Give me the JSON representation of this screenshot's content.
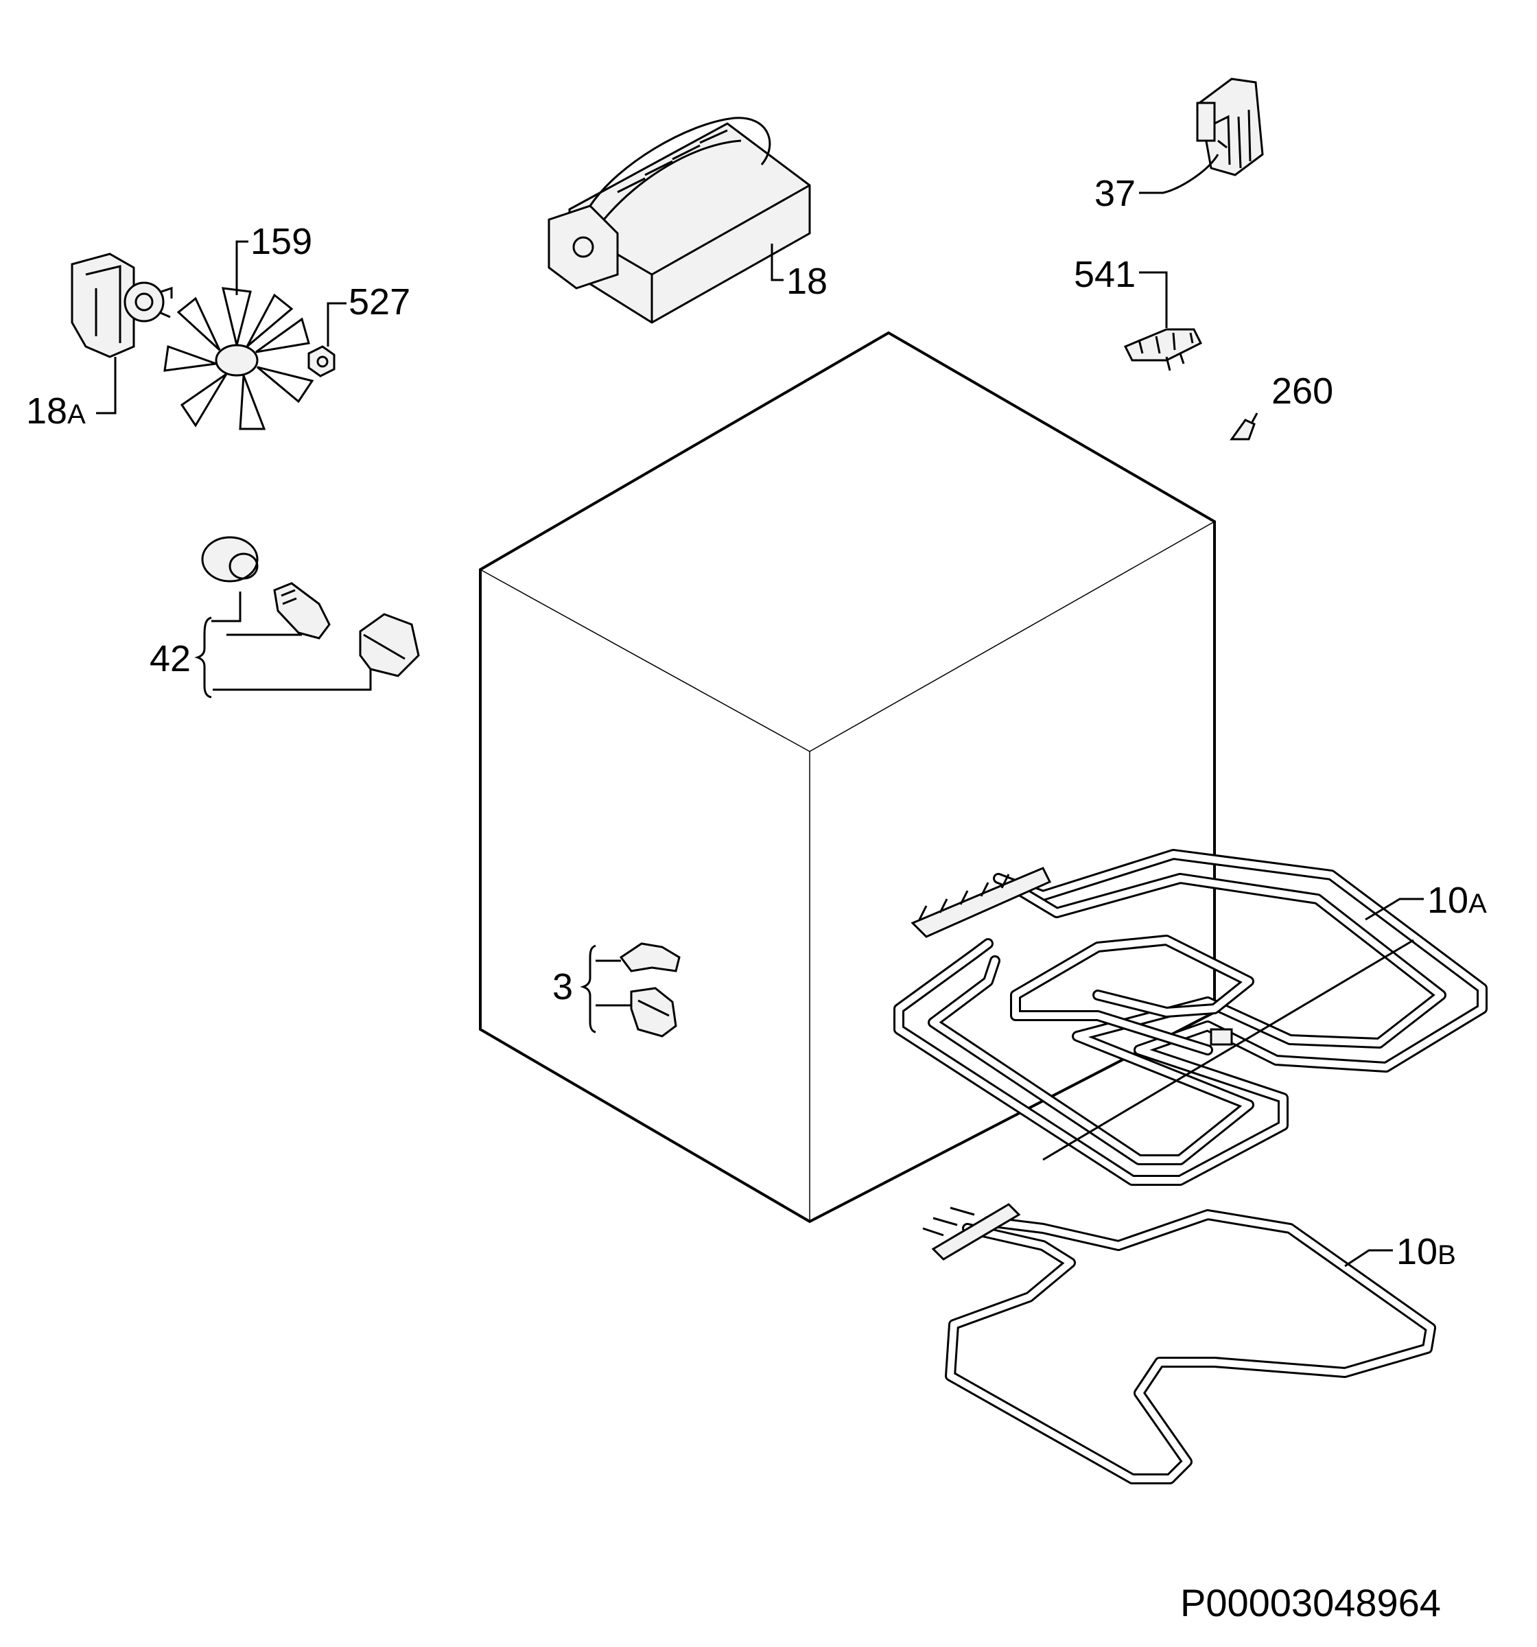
{
  "document_code": "P00003048964",
  "callouts": {
    "motor": {
      "label": "18",
      "suffix": "A"
    },
    "fan_blade": {
      "label": "159"
    },
    "nut": {
      "label": "527"
    },
    "tangential_fan": {
      "label": "18"
    },
    "switch": {
      "label": "37"
    },
    "terminal": {
      "label": "541"
    },
    "clip": {
      "label": "260"
    },
    "lamp": {
      "label": "42"
    },
    "thermostat": {
      "label": "3"
    },
    "grill_element": {
      "label": "10",
      "suffix": "A"
    },
    "bottom_element": {
      "label": "10",
      "suffix": "B"
    }
  }
}
